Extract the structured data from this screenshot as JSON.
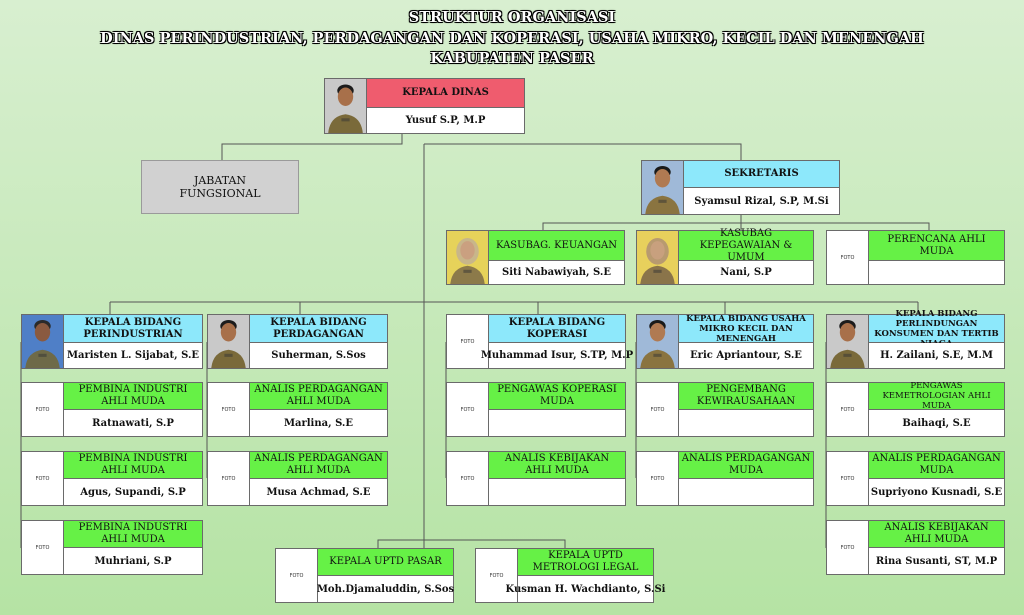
{
  "title": {
    "line1": "STRUKTUR ORGANISASI",
    "line2": "DINAS PERINDUSTRIAN, PERDAGANGAN DAN KOPERASI, USAHA MIKRO, KECIL DAN MENENGAH",
    "line3": "KABUPATEN PASER"
  },
  "photo_placeholder": "FOTO",
  "kepala": {
    "position": "KEPALA DINAS",
    "name": "Yusuf S.P, M.P"
  },
  "fungsional": {
    "line1": "JABATAN",
    "line2": "FUNGSIONAL"
  },
  "sekretaris": {
    "position": "SEKRETARIS",
    "name": "Syamsul Rizal, S.P, M.Si"
  },
  "subbag": [
    {
      "position": "KASUBAG. KEUANGAN",
      "name": "Siti Nabawiyah, S.E"
    },
    {
      "position": "KASUBAG KEPEGAWAIAN & UMUM",
      "name": "Nani, S.P"
    },
    {
      "position": "PERENCANA AHLI MUDA",
      "name": ""
    }
  ],
  "bidang": [
    {
      "position": "KEPALA BIDANG PERINDUSTRIAN",
      "name": "Maristen L. Sijabat, S.E",
      "staff": [
        {
          "position": "PEMBINA INDUSTRI AHLI MUDA",
          "name": "Ratnawati, S.P"
        },
        {
          "position": "PEMBINA INDUSTRI AHLI MUDA",
          "name": "Agus, Supandi, S.P"
        },
        {
          "position": "PEMBINA INDUSTRI AHLI MUDA",
          "name": "Muhriani, S.P"
        }
      ]
    },
    {
      "position": "KEPALA BIDANG PERDAGANGAN",
      "name": "Suherman, S.Sos",
      "staff": [
        {
          "position": "ANALIS PERDAGANGAN AHLI MUDA",
          "name": "Marlina, S.E"
        },
        {
          "position": "ANALIS PERDAGANGAN AHLI MUDA",
          "name": "Musa Achmad, S.E"
        }
      ]
    },
    {
      "position": "KEPALA BIDANG KOPERASI",
      "name": "Muhammad Isur, S.TP, M.P",
      "staff": [
        {
          "position": "PENGAWAS KOPERASI MUDA",
          "name": ""
        },
        {
          "position": "ANALIS KEBIJAKAN AHLI MUDA",
          "name": ""
        }
      ]
    },
    {
      "position": "KEPALA BIDANG USAHA MIKRO KECIL DAN MENENGAH",
      "name": "Eric Apriantour, S.E",
      "staff": [
        {
          "position": "PENGEMBANG KEWIRAUSAHAAN",
          "name": ""
        },
        {
          "position": "ANALIS PERDAGANGAN MUDA",
          "name": ""
        }
      ]
    },
    {
      "position": "KEPALA BIDANG PERLINDUNGAN KONSUMEN DAN TERTIB NIAGA",
      "name": "H. Zailani, S.E, M.M",
      "staff": [
        {
          "position": "PENGAWAS KEMETROLOGIAN AHLI MUDA",
          "name": "Baihaqi, S.E"
        },
        {
          "position": "ANALIS PERDAGANGAN MUDA",
          "name": "Supriyono Kusnadi, S.E"
        },
        {
          "position": "ANALIS KEBIJAKAN AHLI MUDA",
          "name": "Rina Susanti, ST, M.P"
        }
      ]
    }
  ],
  "uptd": [
    {
      "position": "KEPALA UPTD PASAR",
      "name": "Moh.Djamaluddin, S.Sos"
    },
    {
      "position": "KEPALA UPTD METROLOGI LEGAL",
      "name": "Kusman H. Wachdianto, S.Si"
    }
  ],
  "colors": {
    "head": "#ef5c6e",
    "structural": "#8de8fb",
    "functional": "#66f146",
    "fungsional_box": "#d1d1d1"
  }
}
